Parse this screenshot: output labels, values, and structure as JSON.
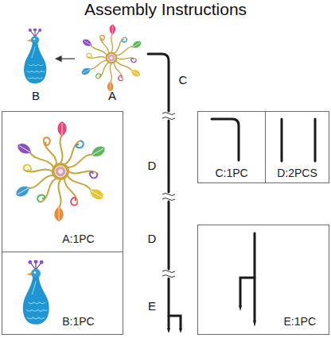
{
  "diagram": {
    "title": "Assembly Instructions",
    "nodes": [
      {
        "text": [
          "A:1PC"
        ]
      },
      {
        "text": [
          "C:1PC"
        ]
      },
      {
        "text": [
          "D:2PCS"
        ]
      },
      {
        "text": [
          "E:1PC"
        ]
      },
      {
        "text": [
          "B:1PC"
        ]
      }
    ],
    "labels": [
      "B",
      "A",
      "C",
      "D",
      "D",
      "E"
    ]
  }
}
